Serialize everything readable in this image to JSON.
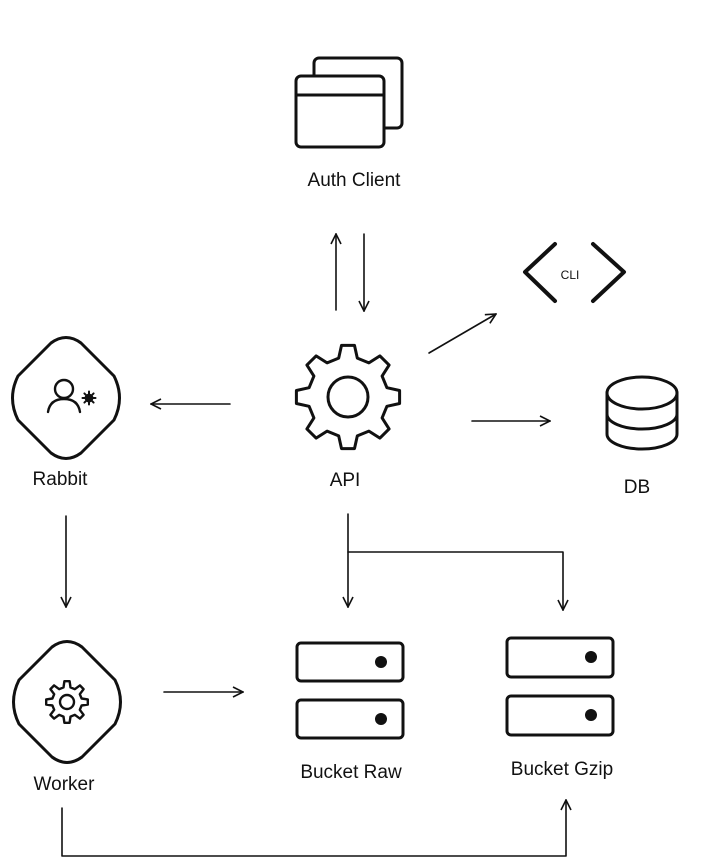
{
  "stroke_color": "#111111",
  "background": "#ffffff",
  "nodes": {
    "auth_client": {
      "label": "Auth Client",
      "icon": "browser-windows-icon"
    },
    "cli": {
      "label": "CLI",
      "icon": "code-brackets-icon"
    },
    "api": {
      "label": "API",
      "icon": "gear-icon"
    },
    "db": {
      "label": "DB",
      "icon": "database-icon"
    },
    "rabbit": {
      "label": "Rabbit",
      "icon": "user-settings-diamond-icon"
    },
    "worker": {
      "label": "Worker",
      "icon": "gear-diamond-icon"
    },
    "bucket_raw": {
      "label": "Bucket Raw",
      "icon": "server-icon"
    },
    "bucket_gzip": {
      "label": "Bucket Gzip",
      "icon": "server-icon"
    }
  },
  "edges": [
    {
      "from": "api",
      "to": "auth_client"
    },
    {
      "from": "auth_client",
      "to": "api"
    },
    {
      "from": "api",
      "to": "cli"
    },
    {
      "from": "api",
      "to": "db"
    },
    {
      "from": "api",
      "to": "rabbit"
    },
    {
      "from": "rabbit",
      "to": "worker"
    },
    {
      "from": "api",
      "to": "bucket_raw"
    },
    {
      "from": "api",
      "to": "bucket_gzip"
    },
    {
      "from": "worker",
      "to": "bucket_raw"
    },
    {
      "from": "worker",
      "to": "bucket_gzip"
    }
  ]
}
